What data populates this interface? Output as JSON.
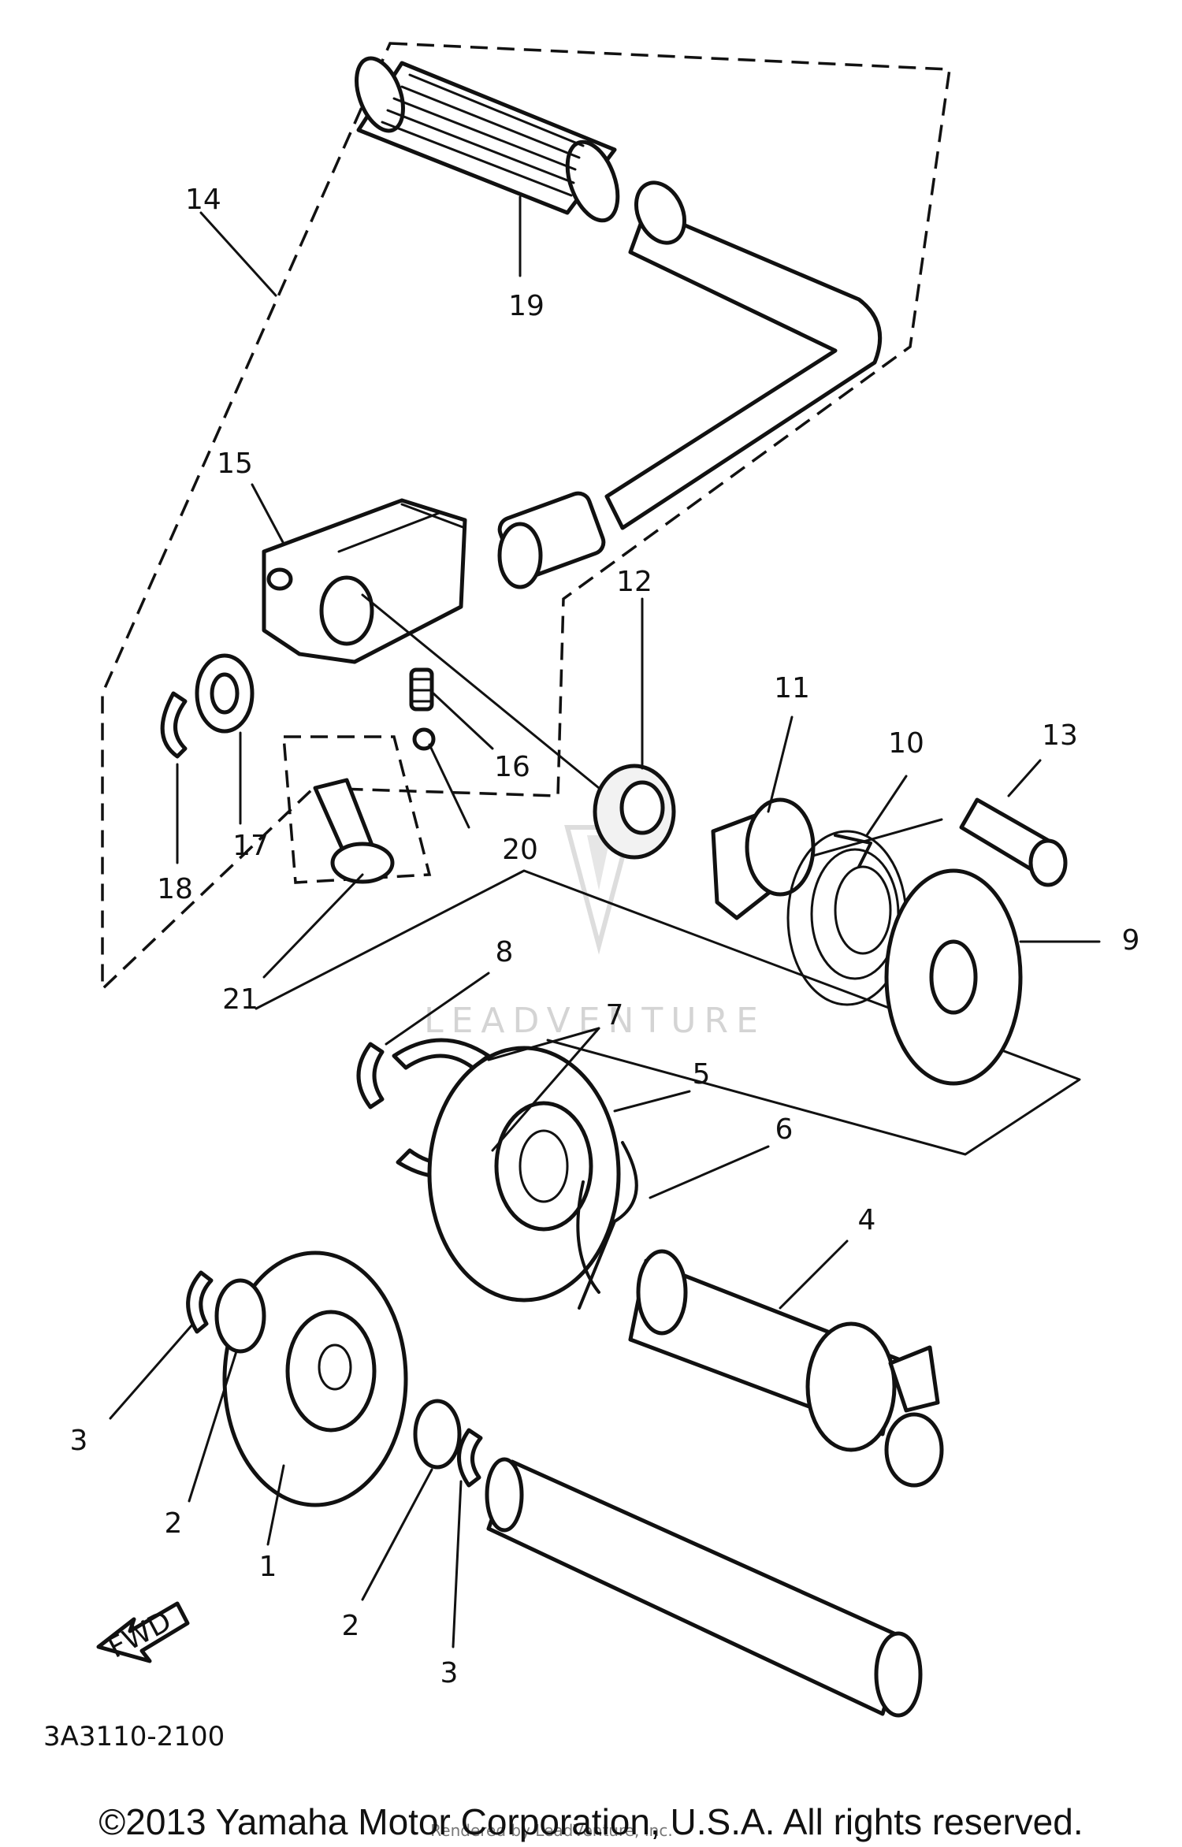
{
  "callouts": {
    "c1": "1",
    "c2a": "2",
    "c2b": "2",
    "c3a": "3",
    "c3b": "3",
    "c4": "4",
    "c5": "5",
    "c6": "6",
    "c7": "7",
    "c8": "8",
    "c9": "9",
    "c10": "10",
    "c11": "11",
    "c12": "12",
    "c13": "13",
    "c14": "14",
    "c15": "15",
    "c16": "16",
    "c17": "17",
    "c18": "18",
    "c19": "19",
    "c20": "20",
    "c21": "21"
  },
  "fwd_label": "FWD",
  "diagram_code": "3A3110-2100",
  "watermark": "LEADVENTURE",
  "rendered_by": "Rendered by LeadVenture, Inc.",
  "copyright": "©2013 Yamaha Motor Corporation, U.S.A. All rights reserved."
}
